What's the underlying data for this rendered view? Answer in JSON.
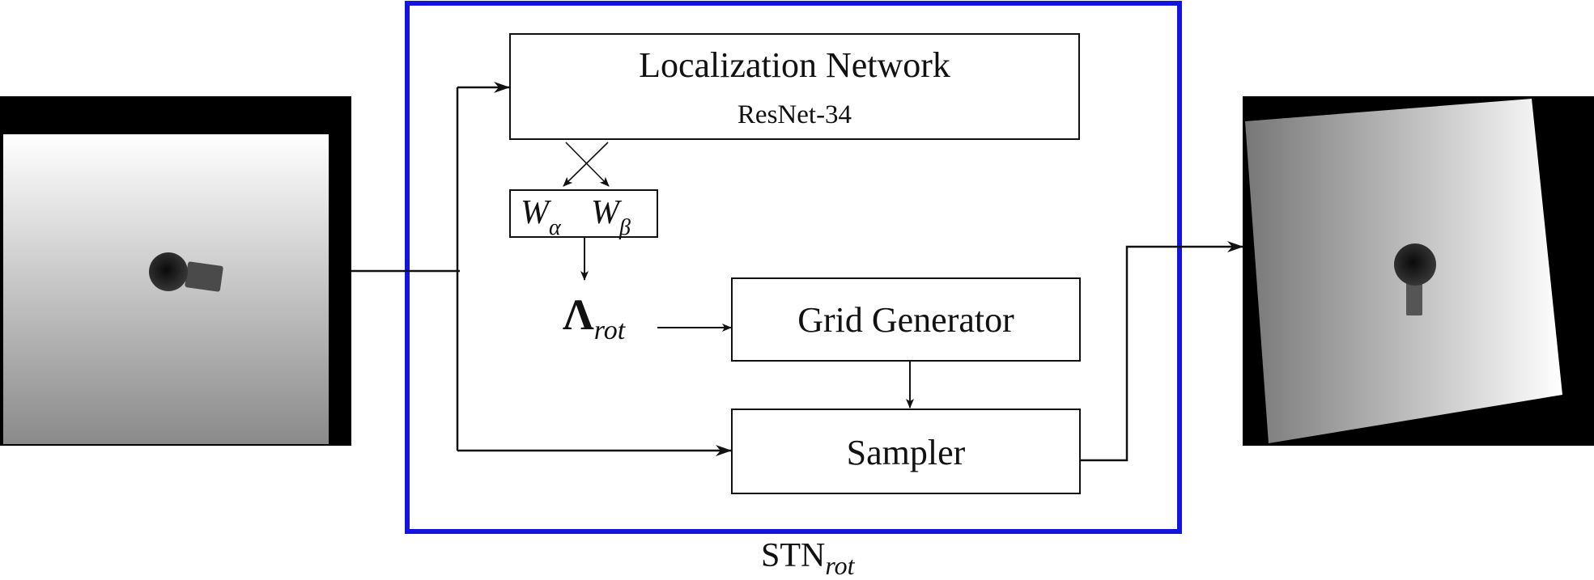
{
  "diagram": {
    "stn_caption": {
      "main": "STN",
      "sub": "rot"
    },
    "localization": {
      "title": "Localization Network",
      "subtitle": "ResNet-34"
    },
    "weights": {
      "alpha_base": "W",
      "alpha_sub": "α",
      "beta_base": "W",
      "beta_sub": "β"
    },
    "lambda": {
      "symbol": "Λ",
      "sub": "rot"
    },
    "grid_generator": {
      "label": "Grid Generator"
    },
    "sampler": {
      "label": "Sampler"
    }
  },
  "images": {
    "input": {
      "kind": "depth-map-hand-tilted"
    },
    "output": {
      "kind": "depth-map-hand-rotated-upright"
    }
  },
  "colors": {
    "stn_border": "#1414e0",
    "line": "#111111",
    "background": "#000000"
  }
}
